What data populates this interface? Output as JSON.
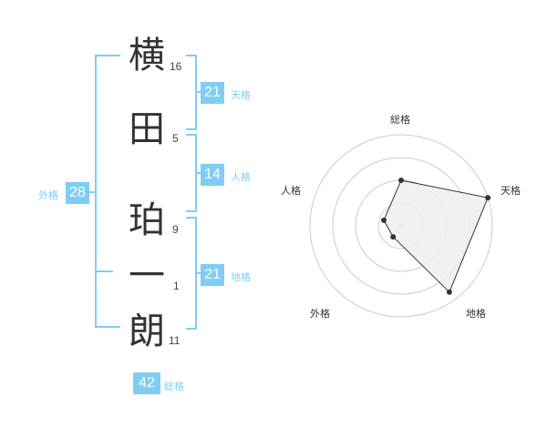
{
  "name": {
    "chars": [
      {
        "char": "横",
        "strokes": "16"
      },
      {
        "char": "田",
        "strokes": "5"
      },
      {
        "char": "珀",
        "strokes": "9"
      },
      {
        "char": "一",
        "strokes": "1"
      },
      {
        "char": "朗",
        "strokes": "11"
      }
    ]
  },
  "kakusu": {
    "tenkaku": {
      "value": "21",
      "label": "天格"
    },
    "jinkaku": {
      "value": "14",
      "label": "人格"
    },
    "chikaku": {
      "value": "21",
      "label": "地格"
    },
    "gaikaku": {
      "value": "28",
      "label": "外格"
    },
    "soukaku": {
      "value": "42",
      "label": "総格"
    }
  },
  "chart_data": {
    "type": "radar",
    "axes": [
      "総格",
      "天格",
      "地格",
      "外格",
      "人格"
    ],
    "values": [
      0.5,
      1.0,
      0.9,
      0.15,
      0.2
    ],
    "ring_count": 4,
    "colors": {
      "fill": "#efefef",
      "stroke": "#333333",
      "grid": "#cccccc"
    }
  }
}
